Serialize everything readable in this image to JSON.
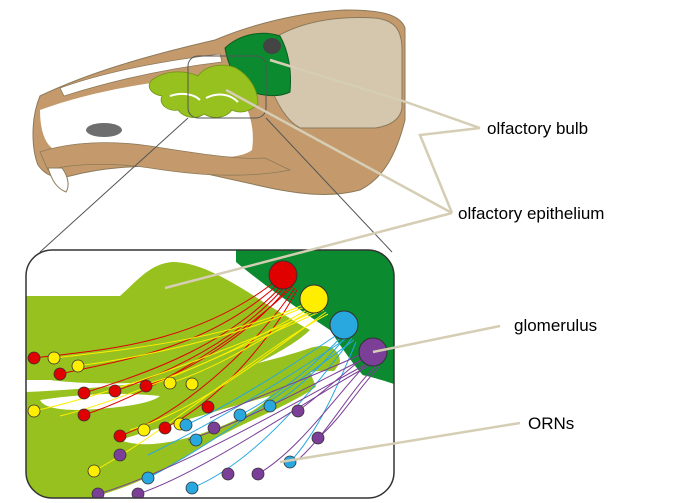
{
  "labels": {
    "olfactory_bulb": "olfactory bulb",
    "olfactory_epithelium": "olfactory epithelium",
    "glomerulus": "glomerulus",
    "orns": "ORNs"
  },
  "colors": {
    "bone": "#c49a6c",
    "brain": "#d4c7ae",
    "bulb": "#0b8a2f",
    "epithelium": "#96c11e",
    "leader": "#d5cdb4",
    "neuron_red": "#e00000",
    "neuron_yellow": "#ffee00",
    "neuron_blue": "#29a8e0",
    "neuron_purple": "#7b3f98"
  }
}
